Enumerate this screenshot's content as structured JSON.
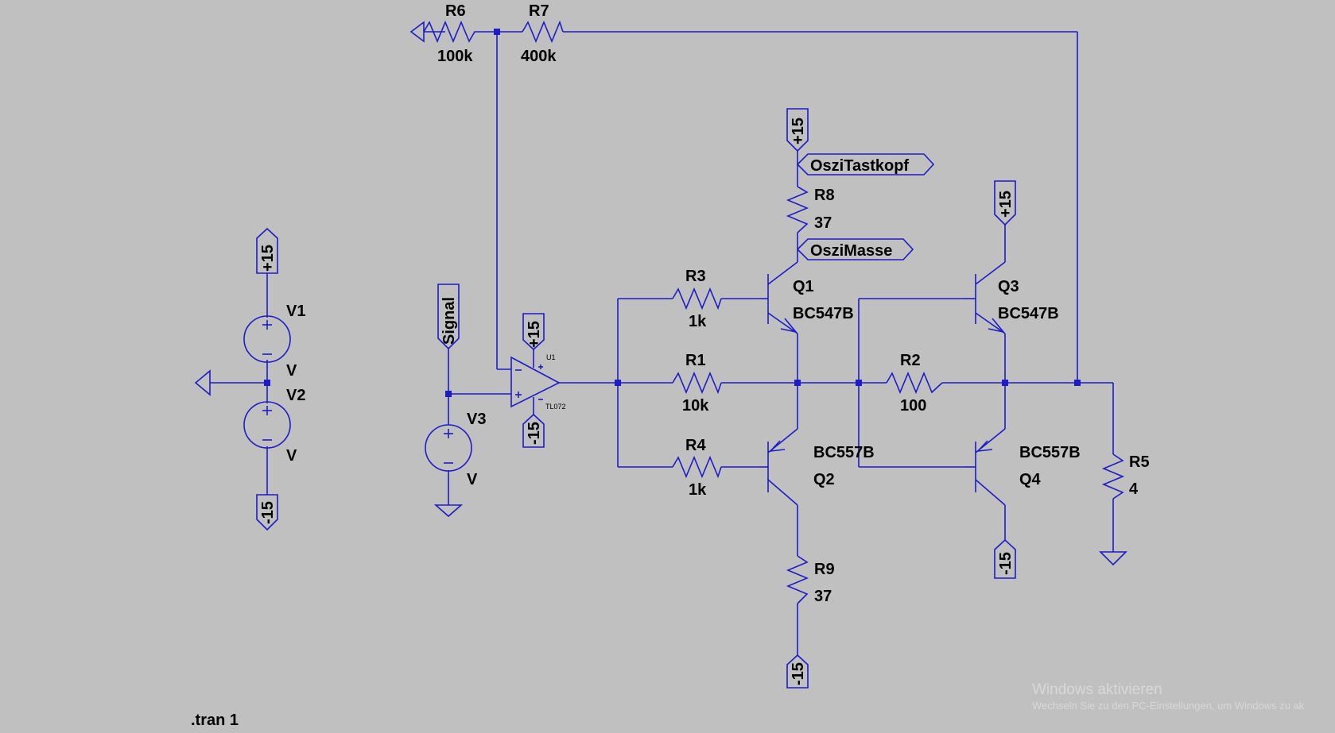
{
  "colors": {
    "background": "#c0c0c0",
    "wire": "#1c1cc8",
    "text": "#000000",
    "watermark": "#d8d8d8"
  },
  "components": {
    "R6": {
      "name": "R6",
      "value": "100k"
    },
    "R7": {
      "name": "R7",
      "value": "400k"
    },
    "R8": {
      "name": "R8",
      "value": "37"
    },
    "R3": {
      "name": "R3",
      "value": "1k"
    },
    "R1": {
      "name": "R1",
      "value": "10k"
    },
    "R4": {
      "name": "R4",
      "value": "1k"
    },
    "R2": {
      "name": "R2",
      "value": "100"
    },
    "R5": {
      "name": "R5",
      "value": "4"
    },
    "R9": {
      "name": "R9",
      "value": "37"
    },
    "Q1": {
      "name": "Q1",
      "model": "BC547B"
    },
    "Q2": {
      "name": "Q2",
      "model": "BC557B"
    },
    "Q3": {
      "name": "Q3",
      "model": "BC547B"
    },
    "Q4": {
      "name": "Q4",
      "model": "BC557B"
    },
    "V1": {
      "name": "V1",
      "value": "V"
    },
    "V2": {
      "name": "V2",
      "value": "V"
    },
    "V3": {
      "name": "V3",
      "value": "V"
    },
    "U1": {
      "name": "U1",
      "model": "TL072"
    }
  },
  "net_labels": {
    "pos": "+15",
    "neg": "-15",
    "signal": "Signal",
    "probe": "OsziTastkopf",
    "probe_gnd": "OsziMasse"
  },
  "directive": ".tran 1",
  "watermark": {
    "title": "Windows aktivieren",
    "subtitle": "Wechseln Sie zu den PC-Einstellungen, um Windows zu ak"
  }
}
